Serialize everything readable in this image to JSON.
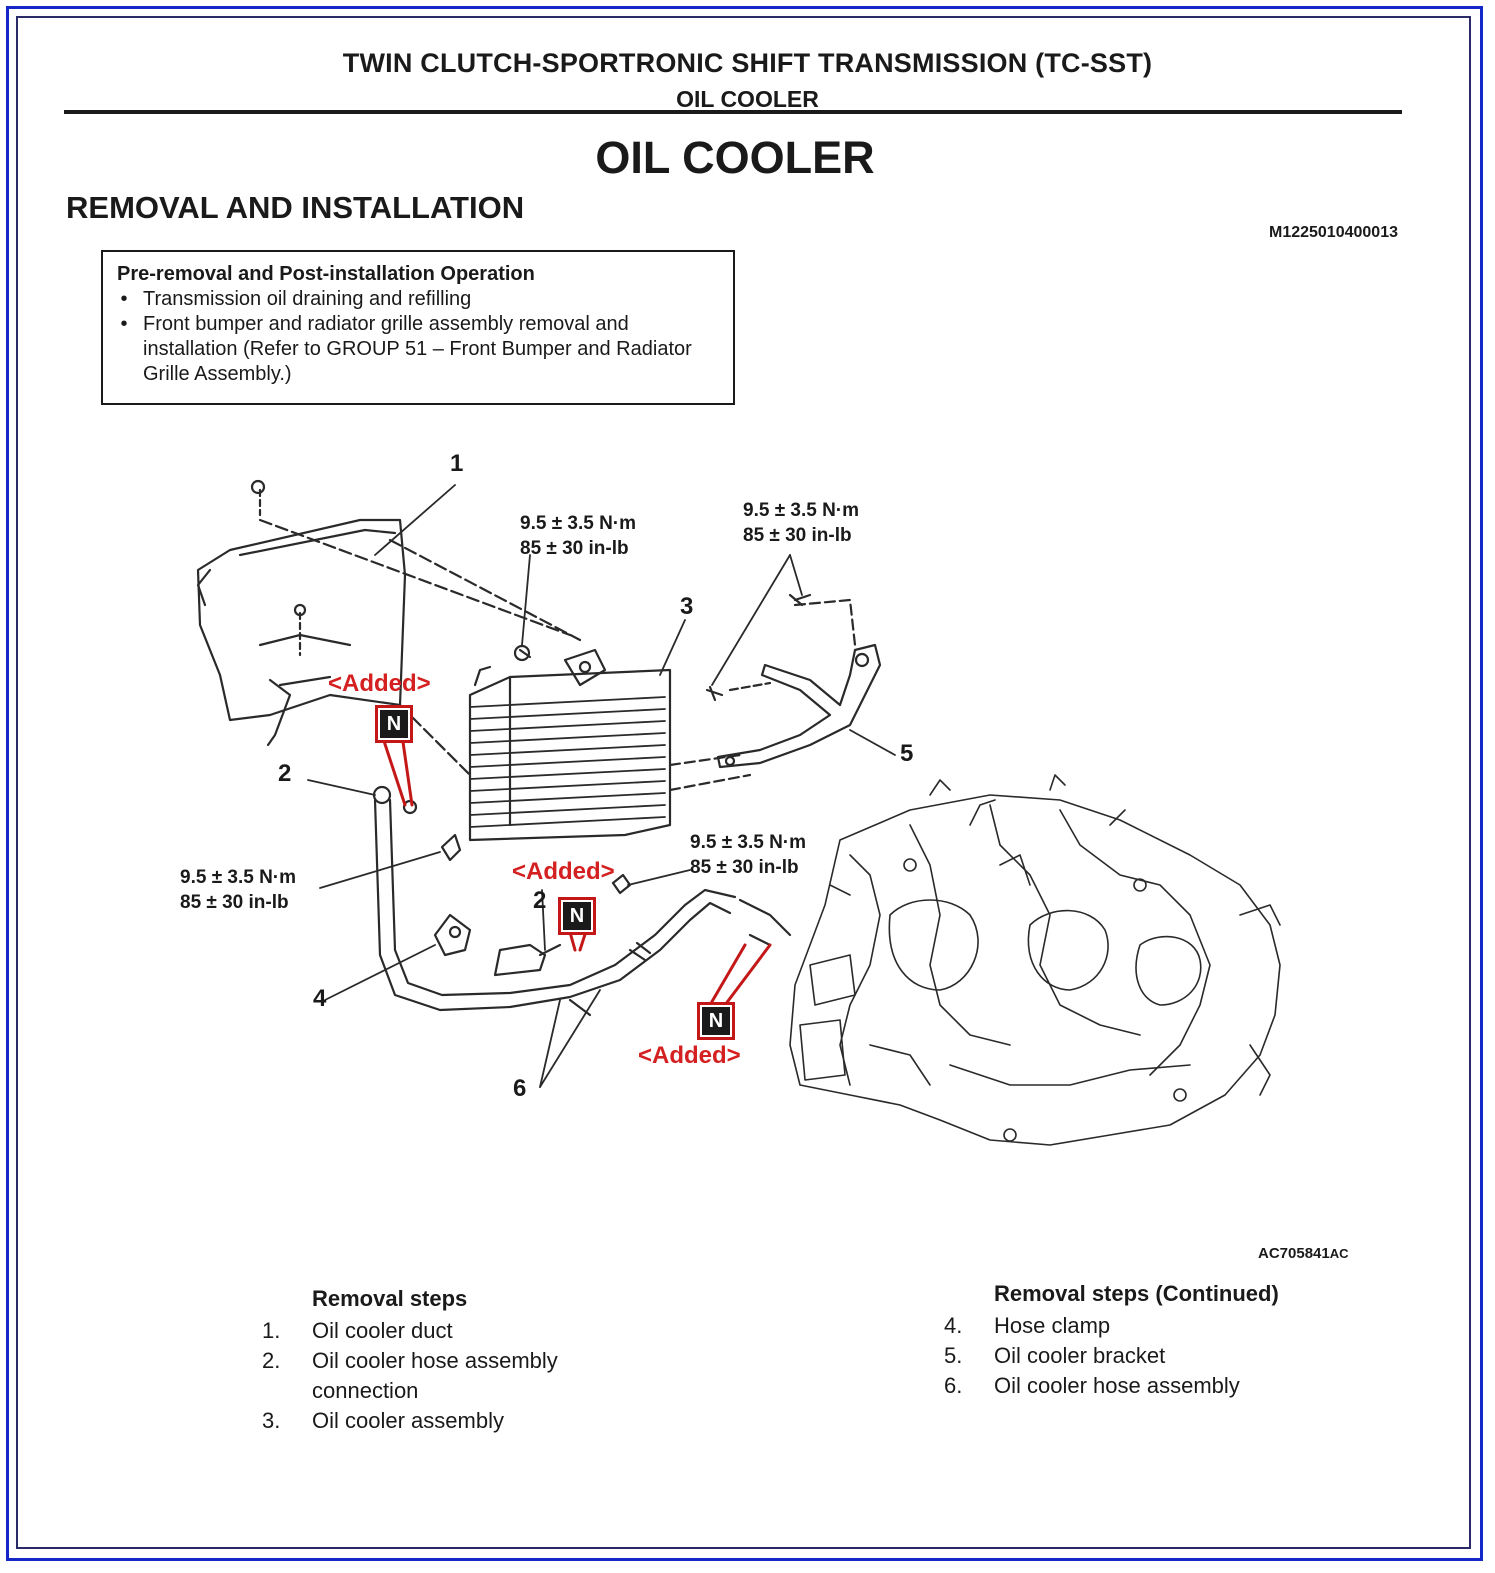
{
  "header": {
    "section": "TWIN CLUTCH-SPORTRONIC SHIFT TRANSMISSION (TC-SST)",
    "subsection": "OIL COOLER"
  },
  "page_title": "OIL COOLER",
  "subtitle": "REMOVAL AND INSTALLATION",
  "document_id": "M1225010400013",
  "pre_op_box": {
    "heading": "Pre-removal and Post-installation Operation",
    "items": [
      "Transmission oil draining and refilling",
      "Front bumper and radiator grille assembly removal and installation (Refer to GROUP 51 – Front Bumper and Radiator Grille Assembly.)"
    ]
  },
  "diagram": {
    "torque_line1": "9.5 ± 3.5 N·m",
    "torque_line2": "85 ± 30 in-lb",
    "added_label": "<Added>",
    "new_part_mark": "N",
    "callouts": [
      "1",
      "2",
      "3",
      "4",
      "5",
      "6"
    ],
    "figure_id_main": "AC705841",
    "figure_id_suffix": "AC",
    "accent_color": "#d42020"
  },
  "removal_steps": {
    "heading": "Removal steps",
    "items": [
      {
        "num": "1.",
        "text": "Oil cooler duct"
      },
      {
        "num": "2.",
        "text": "Oil cooler hose assembly connection"
      },
      {
        "num": "3.",
        "text": "Oil cooler assembly"
      }
    ]
  },
  "removal_steps_continued": {
    "heading": "Removal steps (Continued)",
    "items": [
      {
        "num": "4.",
        "text": "Hose clamp"
      },
      {
        "num": "5.",
        "text": "Oil cooler bracket"
      },
      {
        "num": "6.",
        "text": "Oil cooler hose assembly"
      }
    ]
  }
}
